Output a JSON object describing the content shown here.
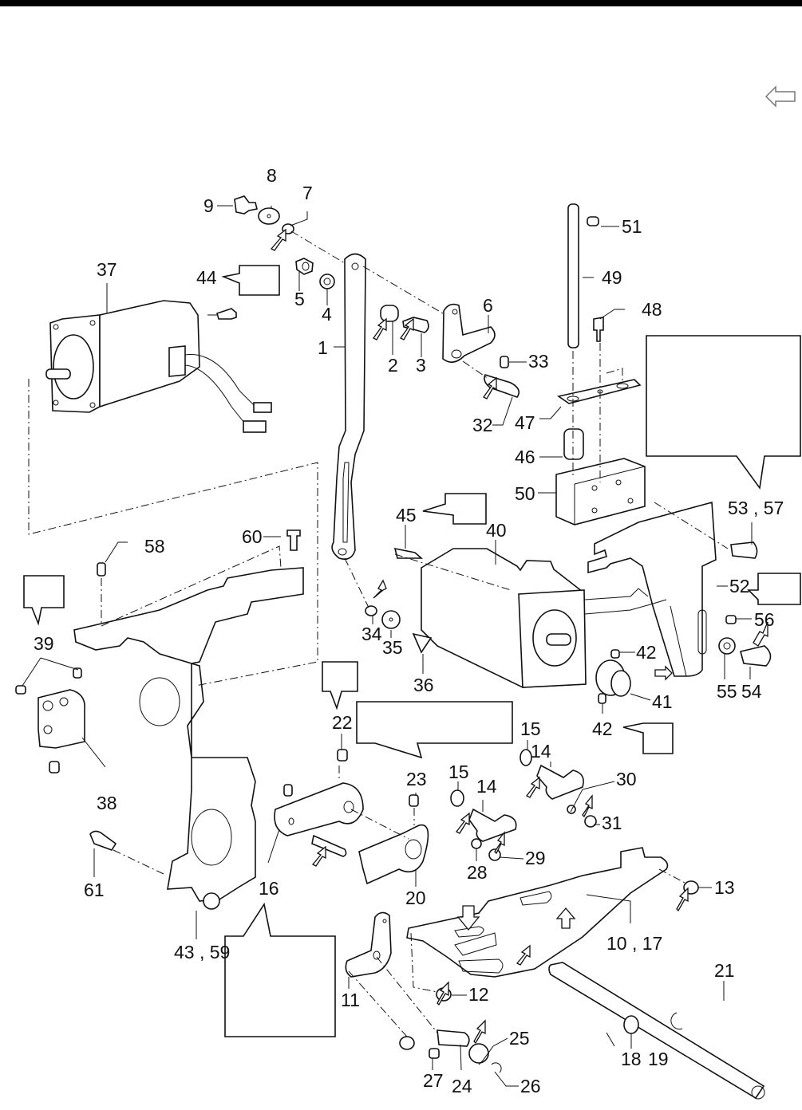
{
  "page": {
    "type": "exploded parts diagram",
    "nav_arrow_icon": "left-arrow-icon"
  },
  "callouts": [
    {
      "id": "1",
      "label": "1"
    },
    {
      "id": "2",
      "label": "2"
    },
    {
      "id": "3",
      "label": "3"
    },
    {
      "id": "4",
      "label": "4"
    },
    {
      "id": "5",
      "label": "5"
    },
    {
      "id": "6",
      "label": "6"
    },
    {
      "id": "7",
      "label": "7"
    },
    {
      "id": "8",
      "label": "8"
    },
    {
      "id": "9",
      "label": "9"
    },
    {
      "id": "10_17",
      "label": "10 , 17"
    },
    {
      "id": "11",
      "label": "11"
    },
    {
      "id": "12",
      "label": "12"
    },
    {
      "id": "13",
      "label": "13"
    },
    {
      "id": "14a",
      "label": "14"
    },
    {
      "id": "14b",
      "label": "14"
    },
    {
      "id": "15a",
      "label": "15"
    },
    {
      "id": "15b",
      "label": "15"
    },
    {
      "id": "16",
      "label": "16"
    },
    {
      "id": "18",
      "label": "18"
    },
    {
      "id": "19",
      "label": "19"
    },
    {
      "id": "20",
      "label": "20"
    },
    {
      "id": "21",
      "label": "21"
    },
    {
      "id": "22",
      "label": "22"
    },
    {
      "id": "23",
      "label": "23"
    },
    {
      "id": "24",
      "label": "24"
    },
    {
      "id": "25",
      "label": "25"
    },
    {
      "id": "26",
      "label": "26"
    },
    {
      "id": "27",
      "label": "27"
    },
    {
      "id": "28",
      "label": "28"
    },
    {
      "id": "29",
      "label": "29"
    },
    {
      "id": "30",
      "label": "30"
    },
    {
      "id": "31",
      "label": "31"
    },
    {
      "id": "32",
      "label": "32"
    },
    {
      "id": "33",
      "label": "33"
    },
    {
      "id": "34",
      "label": "34"
    },
    {
      "id": "35",
      "label": "35"
    },
    {
      "id": "36",
      "label": "36"
    },
    {
      "id": "37",
      "label": "37"
    },
    {
      "id": "38",
      "label": "38"
    },
    {
      "id": "39",
      "label": "39"
    },
    {
      "id": "40",
      "label": "40"
    },
    {
      "id": "41",
      "label": "41"
    },
    {
      "id": "42a",
      "label": "42"
    },
    {
      "id": "42b",
      "label": "42"
    },
    {
      "id": "43_59",
      "label": "43 , 59"
    },
    {
      "id": "44",
      "label": "44"
    },
    {
      "id": "45",
      "label": "45"
    },
    {
      "id": "46",
      "label": "46"
    },
    {
      "id": "47",
      "label": "47"
    },
    {
      "id": "48",
      "label": "48"
    },
    {
      "id": "49",
      "label": "49"
    },
    {
      "id": "50",
      "label": "50"
    },
    {
      "id": "51",
      "label": "51"
    },
    {
      "id": "52",
      "label": "52"
    },
    {
      "id": "53_57",
      "label": "53 , 57"
    },
    {
      "id": "54",
      "label": "54"
    },
    {
      "id": "55",
      "label": "55"
    },
    {
      "id": "56",
      "label": "56"
    },
    {
      "id": "58",
      "label": "58"
    },
    {
      "id": "60",
      "label": "60"
    },
    {
      "id": "61",
      "label": "61"
    }
  ],
  "note_boxes": [
    {
      "id": "note-44",
      "text": ""
    },
    {
      "id": "note-53-57",
      "text": ""
    },
    {
      "id": "note-45",
      "text": ""
    },
    {
      "id": "note-39",
      "text": ""
    },
    {
      "id": "note-52",
      "text": ""
    },
    {
      "id": "note-22",
      "text": ""
    },
    {
      "id": "note-15",
      "text": ""
    },
    {
      "id": "note-42",
      "text": ""
    },
    {
      "id": "note-16",
      "text": ""
    }
  ]
}
